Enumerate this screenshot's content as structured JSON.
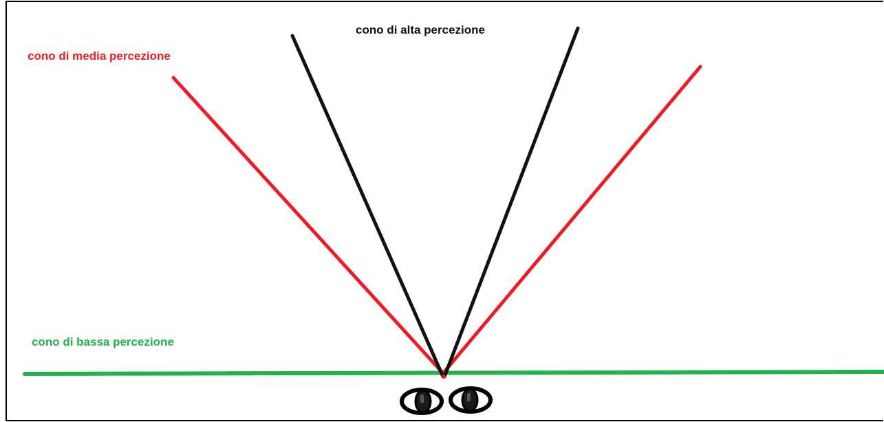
{
  "labels": {
    "high_cone": "cono di alta percezione",
    "medium_cone": "cono di media percezione",
    "low_cone": "cono di bassa percezione"
  },
  "colors": {
    "high_cone": "#111111",
    "medium_cone": "#ed1c24",
    "low_cone": "#22b14c",
    "eyes": "#000000",
    "background": "#ffffff"
  },
  "icons": {
    "viewer": "eyes-icon"
  }
}
